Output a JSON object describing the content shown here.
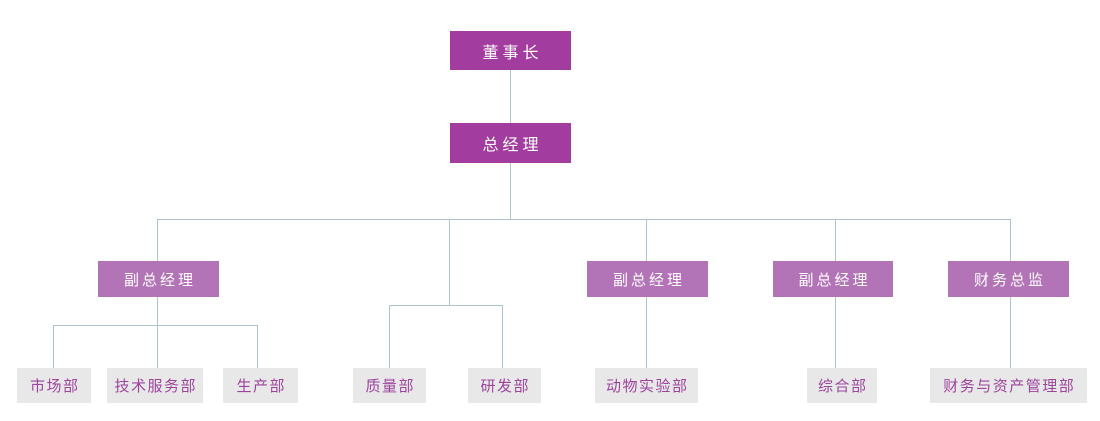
{
  "diagram": {
    "type": "org-chart",
    "background": "#FFFFFF",
    "colors": {
      "executive_bg": "#A23C9E",
      "executive_text": "#FFFFFF",
      "manager_bg": "#B273B7",
      "department_bg": "#E9E8E9",
      "department_text": "#9C449C",
      "connector": "#B0C4CE"
    },
    "nodes": {
      "chairman": {
        "label": "董事长",
        "level": 1
      },
      "general_manager": {
        "label": "总经理",
        "level": 2,
        "reports_to": "chairman"
      },
      "deputy_gm_1": {
        "label": "副总经理",
        "level": 3,
        "reports_to": "general_manager"
      },
      "deputy_gm_2": {
        "label": "副总经理",
        "level": 3,
        "reports_to": "general_manager"
      },
      "deputy_gm_3": {
        "label": "副总经理",
        "level": 3,
        "reports_to": "general_manager"
      },
      "finance_director": {
        "label": "财务总监",
        "level": 3,
        "reports_to": "general_manager"
      },
      "marketing_dept": {
        "label": "市场部",
        "level": 4,
        "reports_to": "deputy_gm_1"
      },
      "tech_service_dept": {
        "label": "技术服务部",
        "level": 4,
        "reports_to": "deputy_gm_1"
      },
      "production_dept": {
        "label": "生产部",
        "level": 4,
        "reports_to": "deputy_gm_1"
      },
      "quality_dept": {
        "label": "质量部",
        "level": 4,
        "reports_to": "general_manager"
      },
      "rnd_dept": {
        "label": "研发部",
        "level": 4,
        "reports_to": "general_manager"
      },
      "animal_lab_dept": {
        "label": "动物实验部",
        "level": 4,
        "reports_to": "deputy_gm_2"
      },
      "general_affairs_dept": {
        "label": "综合部",
        "level": 4,
        "reports_to": "deputy_gm_3"
      },
      "finance_asset_dept": {
        "label": "财务与资产管理部",
        "level": 4,
        "reports_to": "finance_director"
      }
    }
  }
}
